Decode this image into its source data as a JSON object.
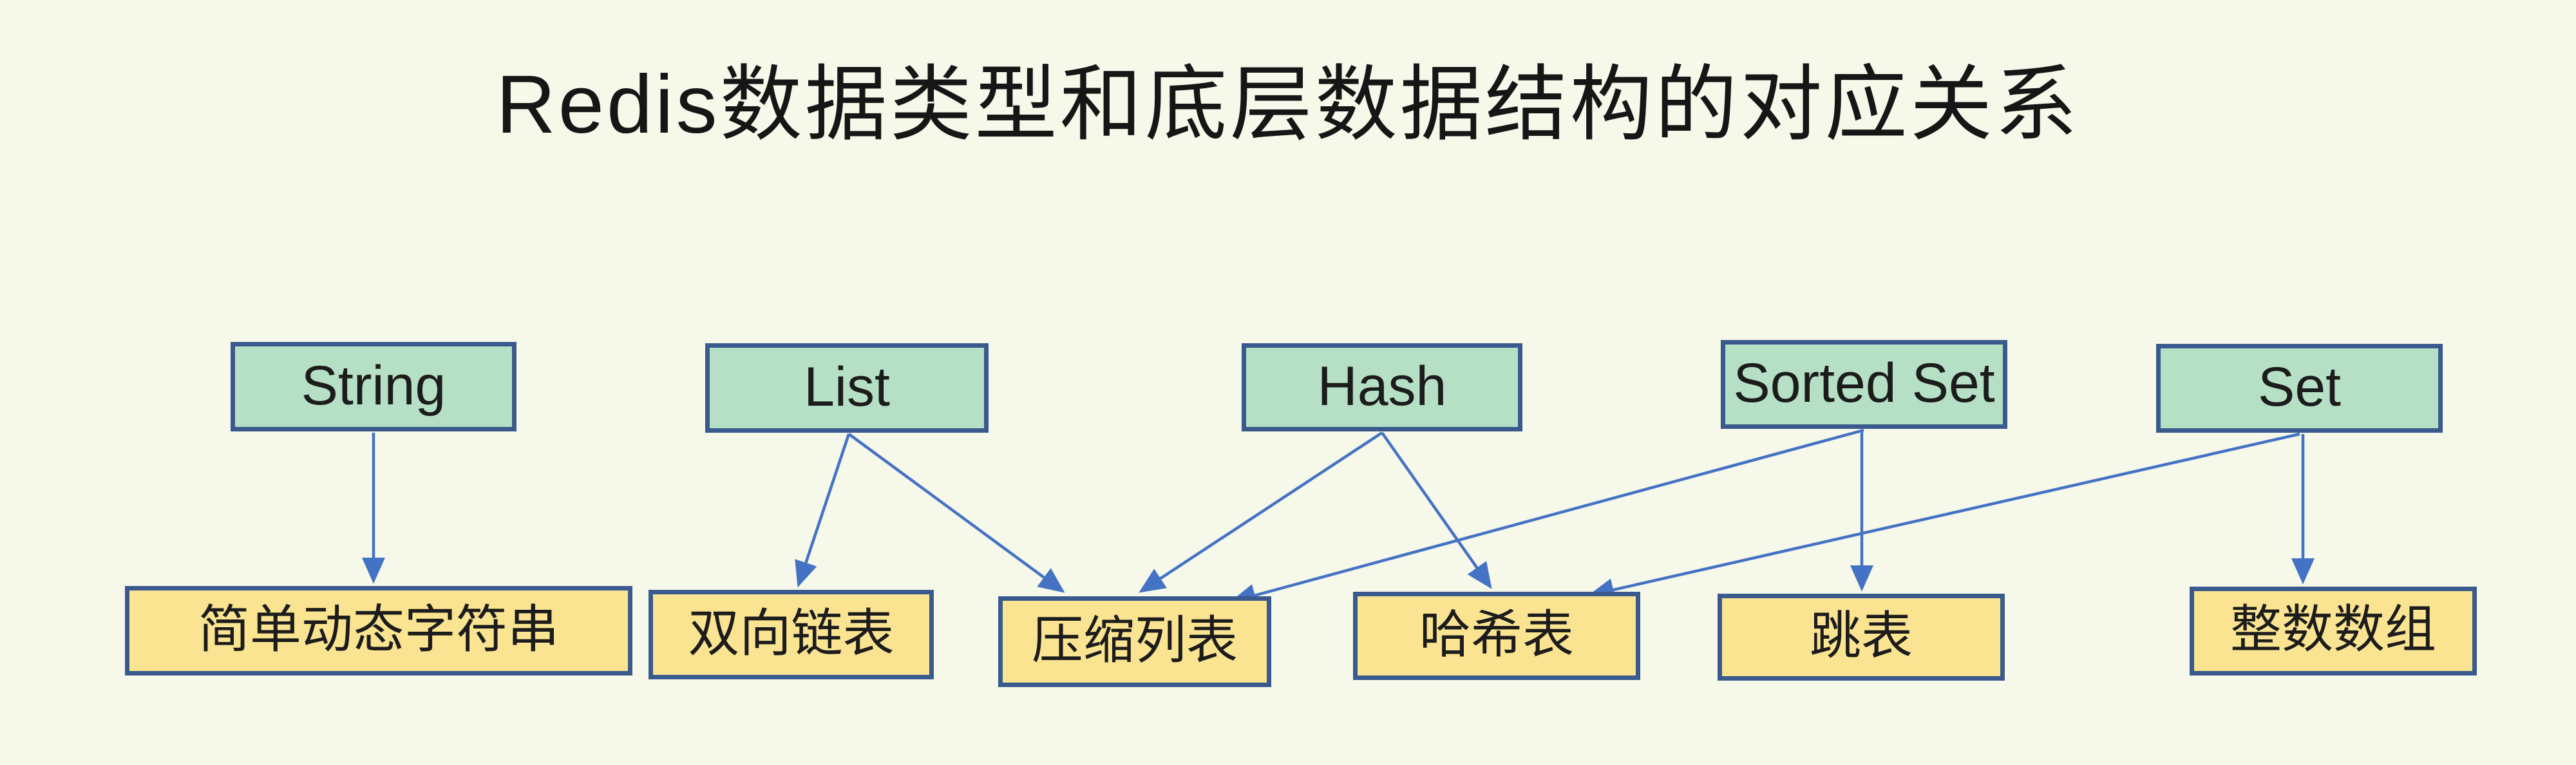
{
  "title": "Redis数据类型和底层数据结构的对应关系",
  "colors": {
    "background": "#f6f8e9",
    "datatype_fill": "#b5e0c5",
    "structure_fill": "#fae491",
    "box_border": "#3a5a8e",
    "arrow": "#4472c4",
    "text": "#1c1c1c"
  },
  "diagram": {
    "data_types": [
      {
        "id": "string",
        "label": "String"
      },
      {
        "id": "list",
        "label": "List"
      },
      {
        "id": "hash",
        "label": "Hash"
      },
      {
        "id": "sortedset",
        "label": "Sorted Set"
      },
      {
        "id": "set",
        "label": "Set"
      }
    ],
    "structures": [
      {
        "id": "sds",
        "label": "简单动态字符串"
      },
      {
        "id": "linkedlist",
        "label": "双向链表"
      },
      {
        "id": "ziplist",
        "label": "压缩列表"
      },
      {
        "id": "hashtable",
        "label": "哈希表"
      },
      {
        "id": "skiplist",
        "label": "跳表"
      },
      {
        "id": "intarray",
        "label": "整数数组"
      }
    ],
    "edges": [
      {
        "from": "string",
        "to": "sds"
      },
      {
        "from": "list",
        "to": "linkedlist"
      },
      {
        "from": "list",
        "to": "ziplist"
      },
      {
        "from": "hash",
        "to": "ziplist"
      },
      {
        "from": "hash",
        "to": "hashtable"
      },
      {
        "from": "sortedset",
        "to": "ziplist"
      },
      {
        "from": "sortedset",
        "to": "skiplist"
      },
      {
        "from": "set",
        "to": "hashtable"
      },
      {
        "from": "set",
        "to": "intarray"
      }
    ]
  }
}
